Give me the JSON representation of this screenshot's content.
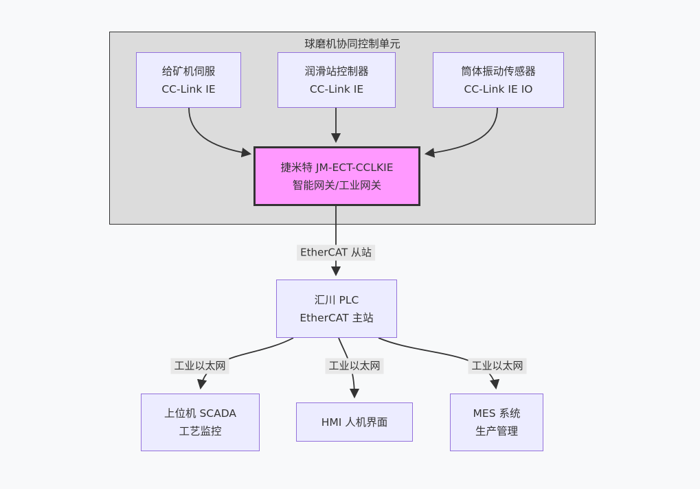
{
  "diagram": {
    "cluster": {
      "title": "球磨机协同控制单元"
    },
    "nodes": {
      "feeder": {
        "line1": "给矿机伺服",
        "line2": "CC-Link IE"
      },
      "lube": {
        "line1": "润滑站控制器",
        "line2": "CC-Link IE"
      },
      "vibration": {
        "line1": "筒体振动传感器",
        "line2": "CC-Link IE IO"
      },
      "gateway": {
        "line1": "捷米特 JM-ECT-CCLKIE",
        "line2": "智能网关/工业网关"
      },
      "plc": {
        "line1": "汇川 PLC",
        "line2": "EtherCAT 主站"
      },
      "scada": {
        "line1": "上位机 SCADA",
        "line2": "工艺监控"
      },
      "hmi": {
        "line1": "HMI 人机界面"
      },
      "mes": {
        "line1": "MES 系统",
        "line2": "生产管理"
      }
    },
    "edge_labels": {
      "ethercat_slave": "EtherCAT 从站",
      "ethernet_left": "工业以太网",
      "ethernet_mid": "工业以太网",
      "ethernet_right": "工业以太网"
    },
    "colors": {
      "page_bg": "#F8F9FA",
      "cluster_fill": "#DCDCDC",
      "cluster_border": "#333333",
      "node_fill": "#ECECFF",
      "node_border": "#9370DB",
      "gateway_fill": "#FF99FF",
      "gateway_border": "#333333",
      "edge_color": "#333333",
      "label_bg": "#E8E8E8",
      "text_color": "#333333"
    }
  }
}
